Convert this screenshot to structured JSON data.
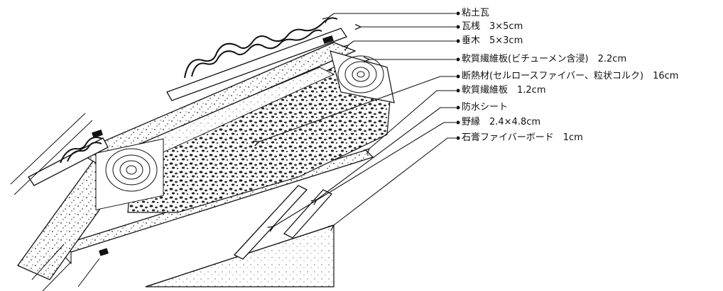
{
  "labels": [
    {
      "text": "粘土瓦"
    },
    {
      "text": "瓦桟　3×5cm"
    },
    {
      "text": "垂木　5×3cm"
    },
    {
      "text": "軟質繊維板(ビチューメン含浸)　2.2cm"
    },
    {
      "text": "断熱材(セルロースファイバー、粒状コルク)　16cm"
    },
    {
      "text": "軟質繊維板　1.2cm"
    },
    {
      "text": "防水シート"
    },
    {
      "text": "野縁　2.4×4.8cm"
    },
    {
      "text": "石膏ファイバーボード　1cm"
    }
  ]
}
